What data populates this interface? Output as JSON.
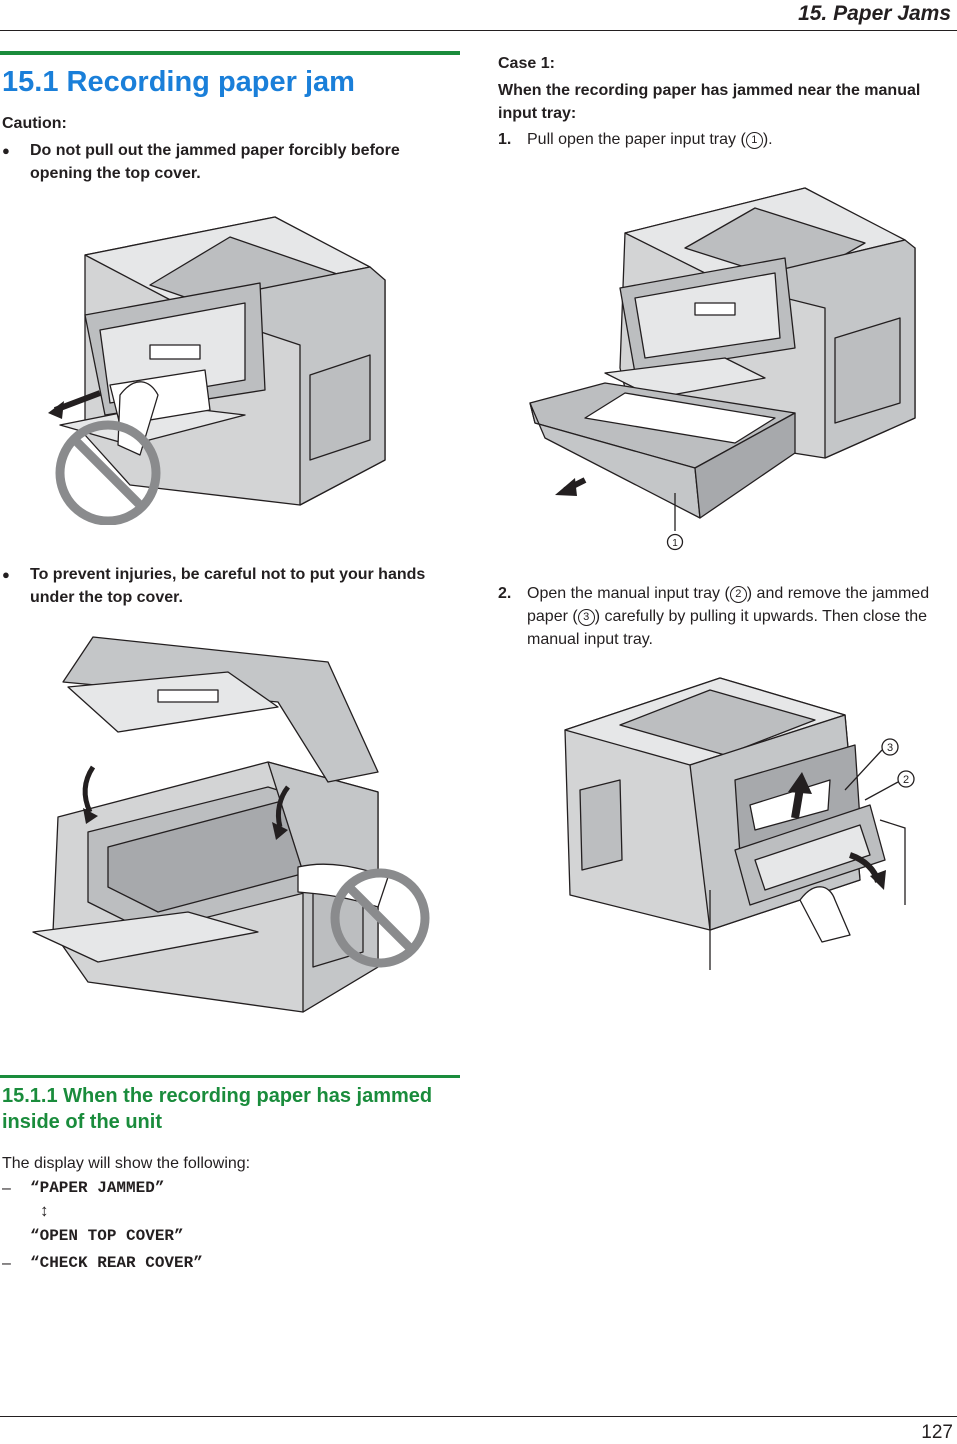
{
  "header": {
    "chapter_title": "15. Paper Jams"
  },
  "footer": {
    "page_number": "127"
  },
  "section": {
    "title": "15.1 Recording paper jam",
    "caution_label": "Caution:",
    "cautions": [
      "Do not pull out the jammed paper forcibly before opening the top cover.",
      "To prevent injuries, be careful not to put your hands under the top cover."
    ]
  },
  "subsection": {
    "title": "15.1.1 When the recording paper has jammed inside of the unit",
    "intro": "The display will show the following:",
    "messages": [
      {
        "dash": "–",
        "line1": "“PAPER JAMMED”",
        "arrow": "↕",
        "line2": "“OPEN TOP COVER”"
      },
      {
        "dash": "–",
        "line1": "“CHECK REAR COVER”"
      }
    ]
  },
  "case1": {
    "title": "Case 1:",
    "subtitle": "When the recording paper has jammed near the manual input tray:",
    "steps": [
      {
        "num": "1.",
        "text_a": "Pull open the paper input tray (",
        "circ": "1",
        "text_b": ")."
      },
      {
        "num": "2.",
        "text_a": "Open the manual input tray (",
        "circ_a": "2",
        "text_b": ") and remove the jammed paper (",
        "circ_b": "3",
        "text_c": ") carefully by pulling it upwards. Then close the manual input tray."
      }
    ],
    "callouts": {
      "c1": "1",
      "c2": "2",
      "c3": "3"
    }
  },
  "colors": {
    "section_title": "#1a7fd9",
    "section_rule": "#1a8c3c",
    "device_gray": "#d3d4d5",
    "prohibit_gray": "#8a8b8d"
  }
}
